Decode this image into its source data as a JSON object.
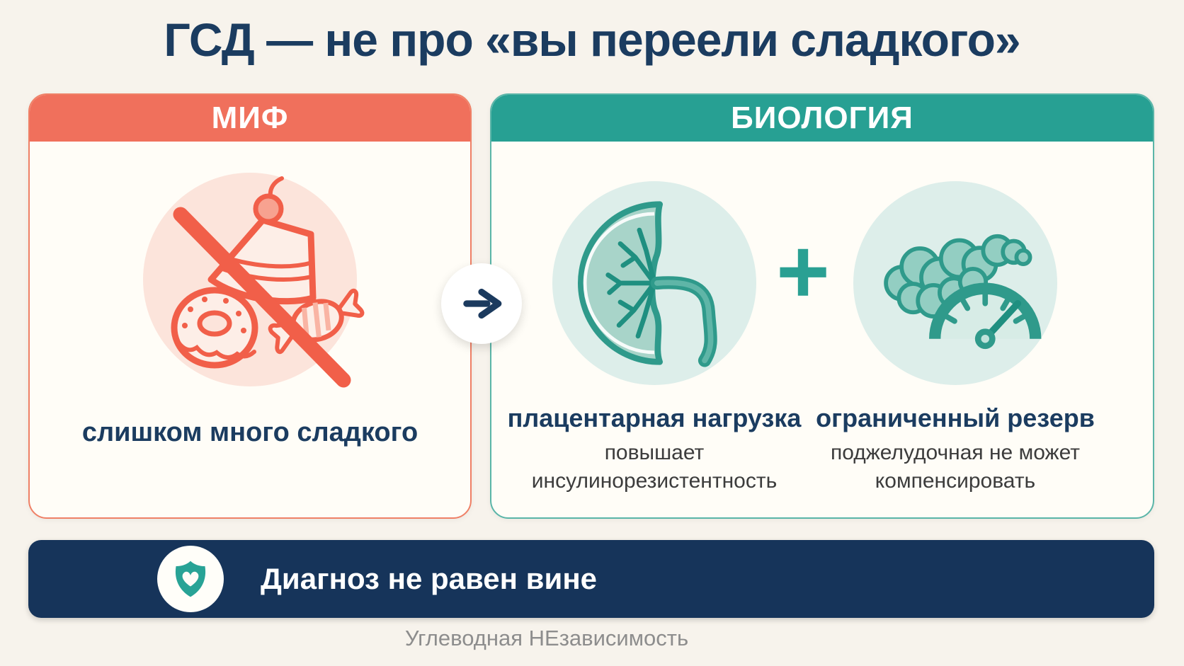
{
  "title": "ГСД — не про «вы переели сладкого»",
  "myth_card": {
    "header": "МИФ",
    "icon": "no-sweets-icon",
    "caption": "слишком много сладкого"
  },
  "arrow": {
    "icon": "arrow-right-icon"
  },
  "biology_card": {
    "header": "БИОЛОГИЯ",
    "plus": "+",
    "items": [
      {
        "icon": "placenta-icon",
        "title": "плацентарная нагрузка",
        "subtitle": "повышает инсулинорезистентность"
      },
      {
        "icon": "pancreas-gauge-icon",
        "title": "ограниченный резерв",
        "subtitle": "поджелудочная не может компенсировать"
      }
    ]
  },
  "banner": {
    "icon": "shield-heart-icon",
    "text": "Диагноз не равен вине"
  },
  "footer": {
    "text": "Углеводная НЕзависимость"
  },
  "colors": {
    "background": "#f7f3ec",
    "title_navy": "#1b3c60",
    "coral": "#f0705c",
    "coral_light": "#fce4db",
    "coral_stroke": "#f15f49",
    "teal": "#27a093",
    "teal_light": "#ddeeea",
    "teal_stroke": "#2f9a8b",
    "navy_bar": "#16345a",
    "body_text": "#3c3c3c",
    "footer_gray": "#8d8d8d"
  }
}
